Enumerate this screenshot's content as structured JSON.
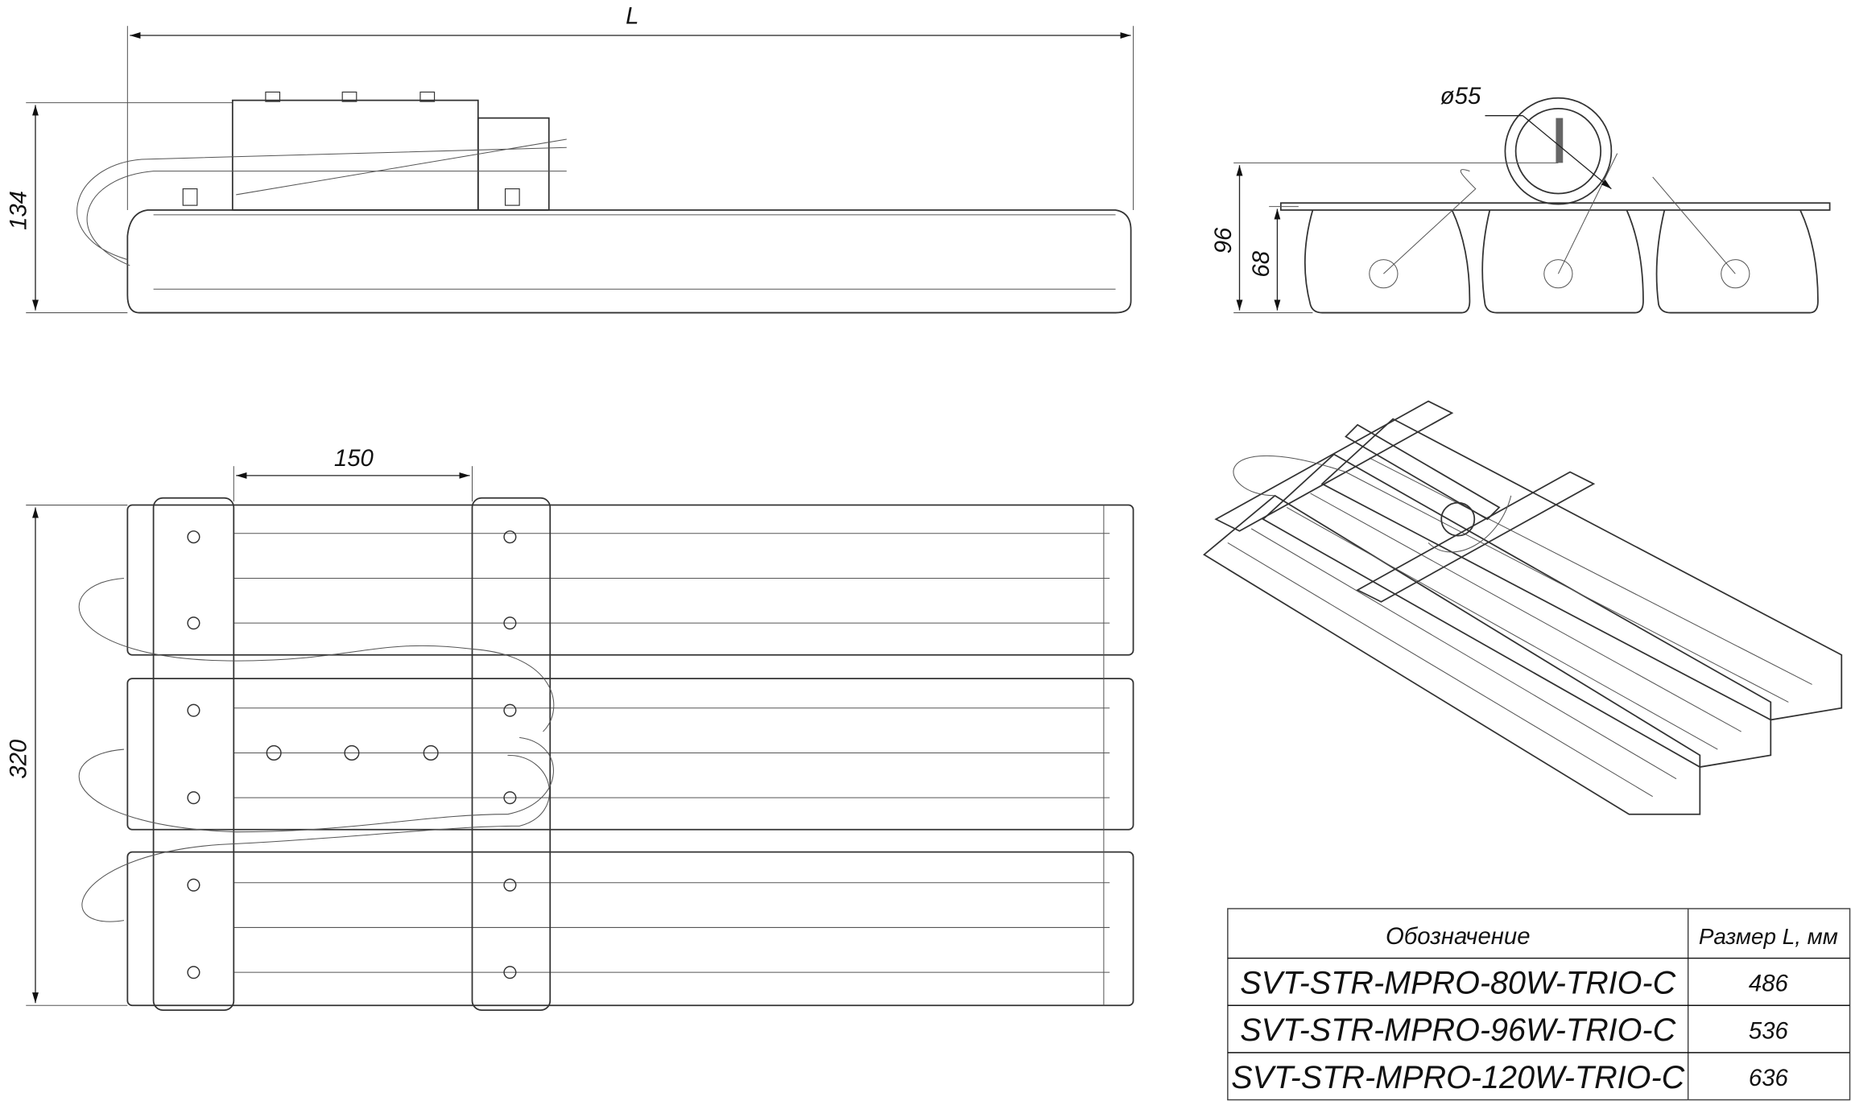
{
  "dimensions": {
    "length": "L",
    "height_side": "134",
    "bracket_spacing": "150",
    "width_top": "320",
    "diameter": "ø55",
    "height_end": "96",
    "height_module": "68"
  },
  "table": {
    "headers": [
      "Обозначение",
      "Размер L, мм"
    ],
    "rows": [
      {
        "model": "SVT-STR-MPRO-80W-TRIO-C",
        "size": "486"
      },
      {
        "model": "SVT-STR-MPRO-96W-TRIO-C",
        "size": "536"
      },
      {
        "model": "SVT-STR-MPRO-120W-TRIO-C",
        "size": "636"
      }
    ]
  }
}
